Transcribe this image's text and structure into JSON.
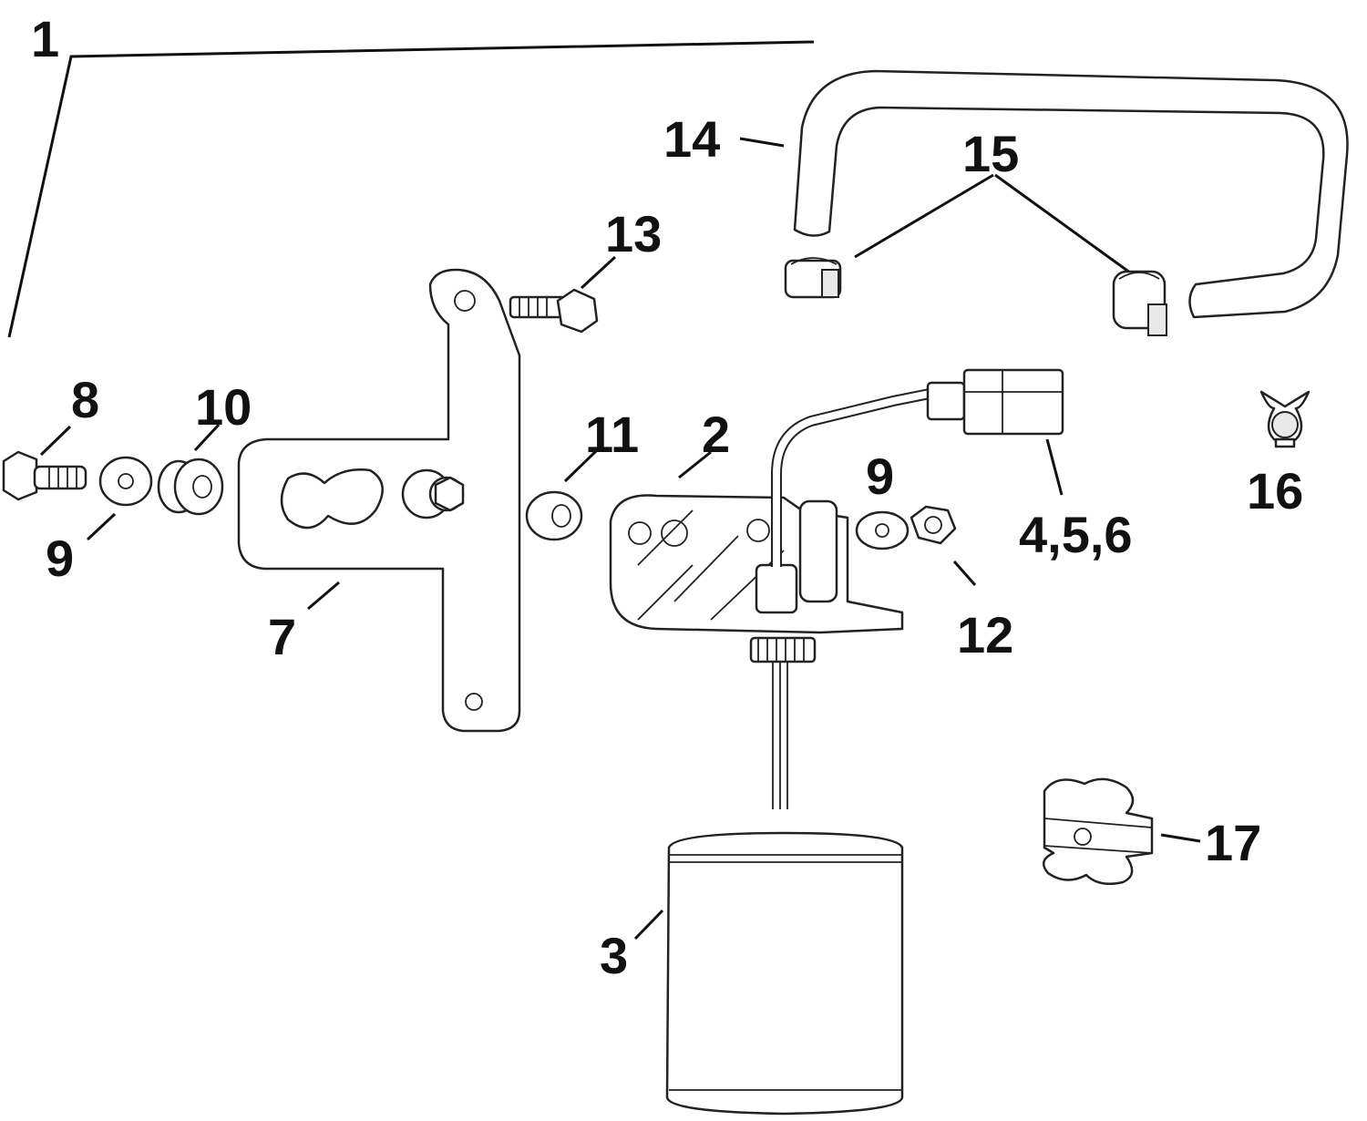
{
  "diagram": {
    "labels": {
      "assembly": "1",
      "bracket_body": "2",
      "filter_bowl": "3",
      "harness": "4,5,6",
      "mount_plate": "7",
      "bolt_left": "8",
      "washer_left": "9",
      "washer_right": "9",
      "grommet": "10",
      "spacer": "11",
      "nut": "12",
      "screw_top": "13",
      "hose": "14",
      "hose_clamps": "15",
      "clip": "16",
      "retainer": "17"
    }
  }
}
